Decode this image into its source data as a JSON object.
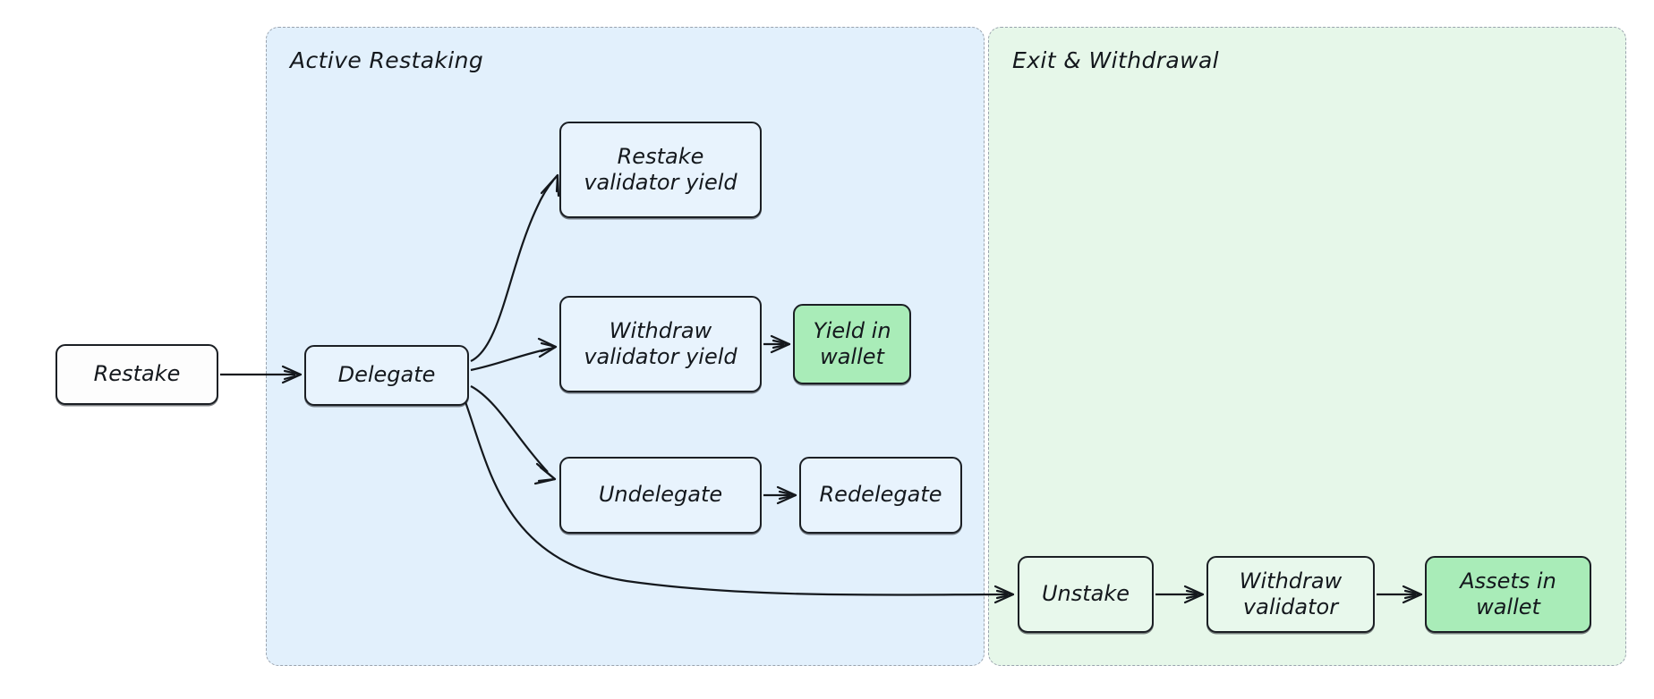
{
  "diagram": {
    "type": "flowchart",
    "direction": "left-to-right",
    "background": "#ffffff",
    "colors": {
      "panel_active_fill": "#e2f0fc",
      "panel_exit_fill": "#e6f7e9",
      "panel_border": "#9aa3ae",
      "node_border": "#1b1f24",
      "node_default_fill": "#fdfdfd",
      "node_blue_fill": "#e8f3fd",
      "node_green_soft_fill": "#e8f8ec",
      "node_green_highlight_fill": "#a9ecb8",
      "edge_stroke": "#14181d"
    }
  },
  "panels": [
    {
      "id": "active",
      "title": "Active Restaking"
    },
    {
      "id": "exit",
      "title": "Exit & Withdrawal"
    }
  ],
  "nodes": [
    {
      "id": "restake",
      "label": "Restake",
      "group": "none",
      "style": "white"
    },
    {
      "id": "delegate",
      "label": "Delegate",
      "group": "active",
      "style": "blue"
    },
    {
      "id": "restake_yield",
      "label": "Restake\nvalidator yield",
      "group": "active",
      "style": "blue"
    },
    {
      "id": "withdraw_yield",
      "label": "Withdraw\nvalidator yield",
      "group": "active",
      "style": "blue"
    },
    {
      "id": "yield_wallet",
      "label": "Yield in\nwallet",
      "group": "active",
      "style": "green-highlight"
    },
    {
      "id": "undelegate",
      "label": "Undelegate",
      "group": "active",
      "style": "blue"
    },
    {
      "id": "redelegate",
      "label": "Redelegate",
      "group": "active",
      "style": "blue"
    },
    {
      "id": "unstake",
      "label": "Unstake",
      "group": "exit",
      "style": "green-soft"
    },
    {
      "id": "withdraw_val",
      "label": "Withdraw\nvalidator",
      "group": "exit",
      "style": "green-soft"
    },
    {
      "id": "assets_wallet",
      "label": "Assets in\nwallet",
      "group": "exit",
      "style": "green-highlight"
    }
  ],
  "edges": [
    {
      "from": "restake",
      "to": "delegate",
      "label": "",
      "arrow": "open"
    },
    {
      "from": "delegate",
      "to": "restake_yield",
      "label": "",
      "arrow": "open"
    },
    {
      "from": "delegate",
      "to": "withdraw_yield",
      "label": "",
      "arrow": "open"
    },
    {
      "from": "delegate",
      "to": "undelegate",
      "label": "",
      "arrow": "open"
    },
    {
      "from": "delegate",
      "to": "unstake",
      "label": "",
      "arrow": "open"
    },
    {
      "from": "withdraw_yield",
      "to": "yield_wallet",
      "label": "",
      "arrow": "open"
    },
    {
      "from": "undelegate",
      "to": "redelegate",
      "label": "",
      "arrow": "open"
    },
    {
      "from": "unstake",
      "to": "withdraw_val",
      "label": "",
      "arrow": "open"
    },
    {
      "from": "withdraw_val",
      "to": "assets_wallet",
      "label": "",
      "arrow": "open"
    }
  ]
}
